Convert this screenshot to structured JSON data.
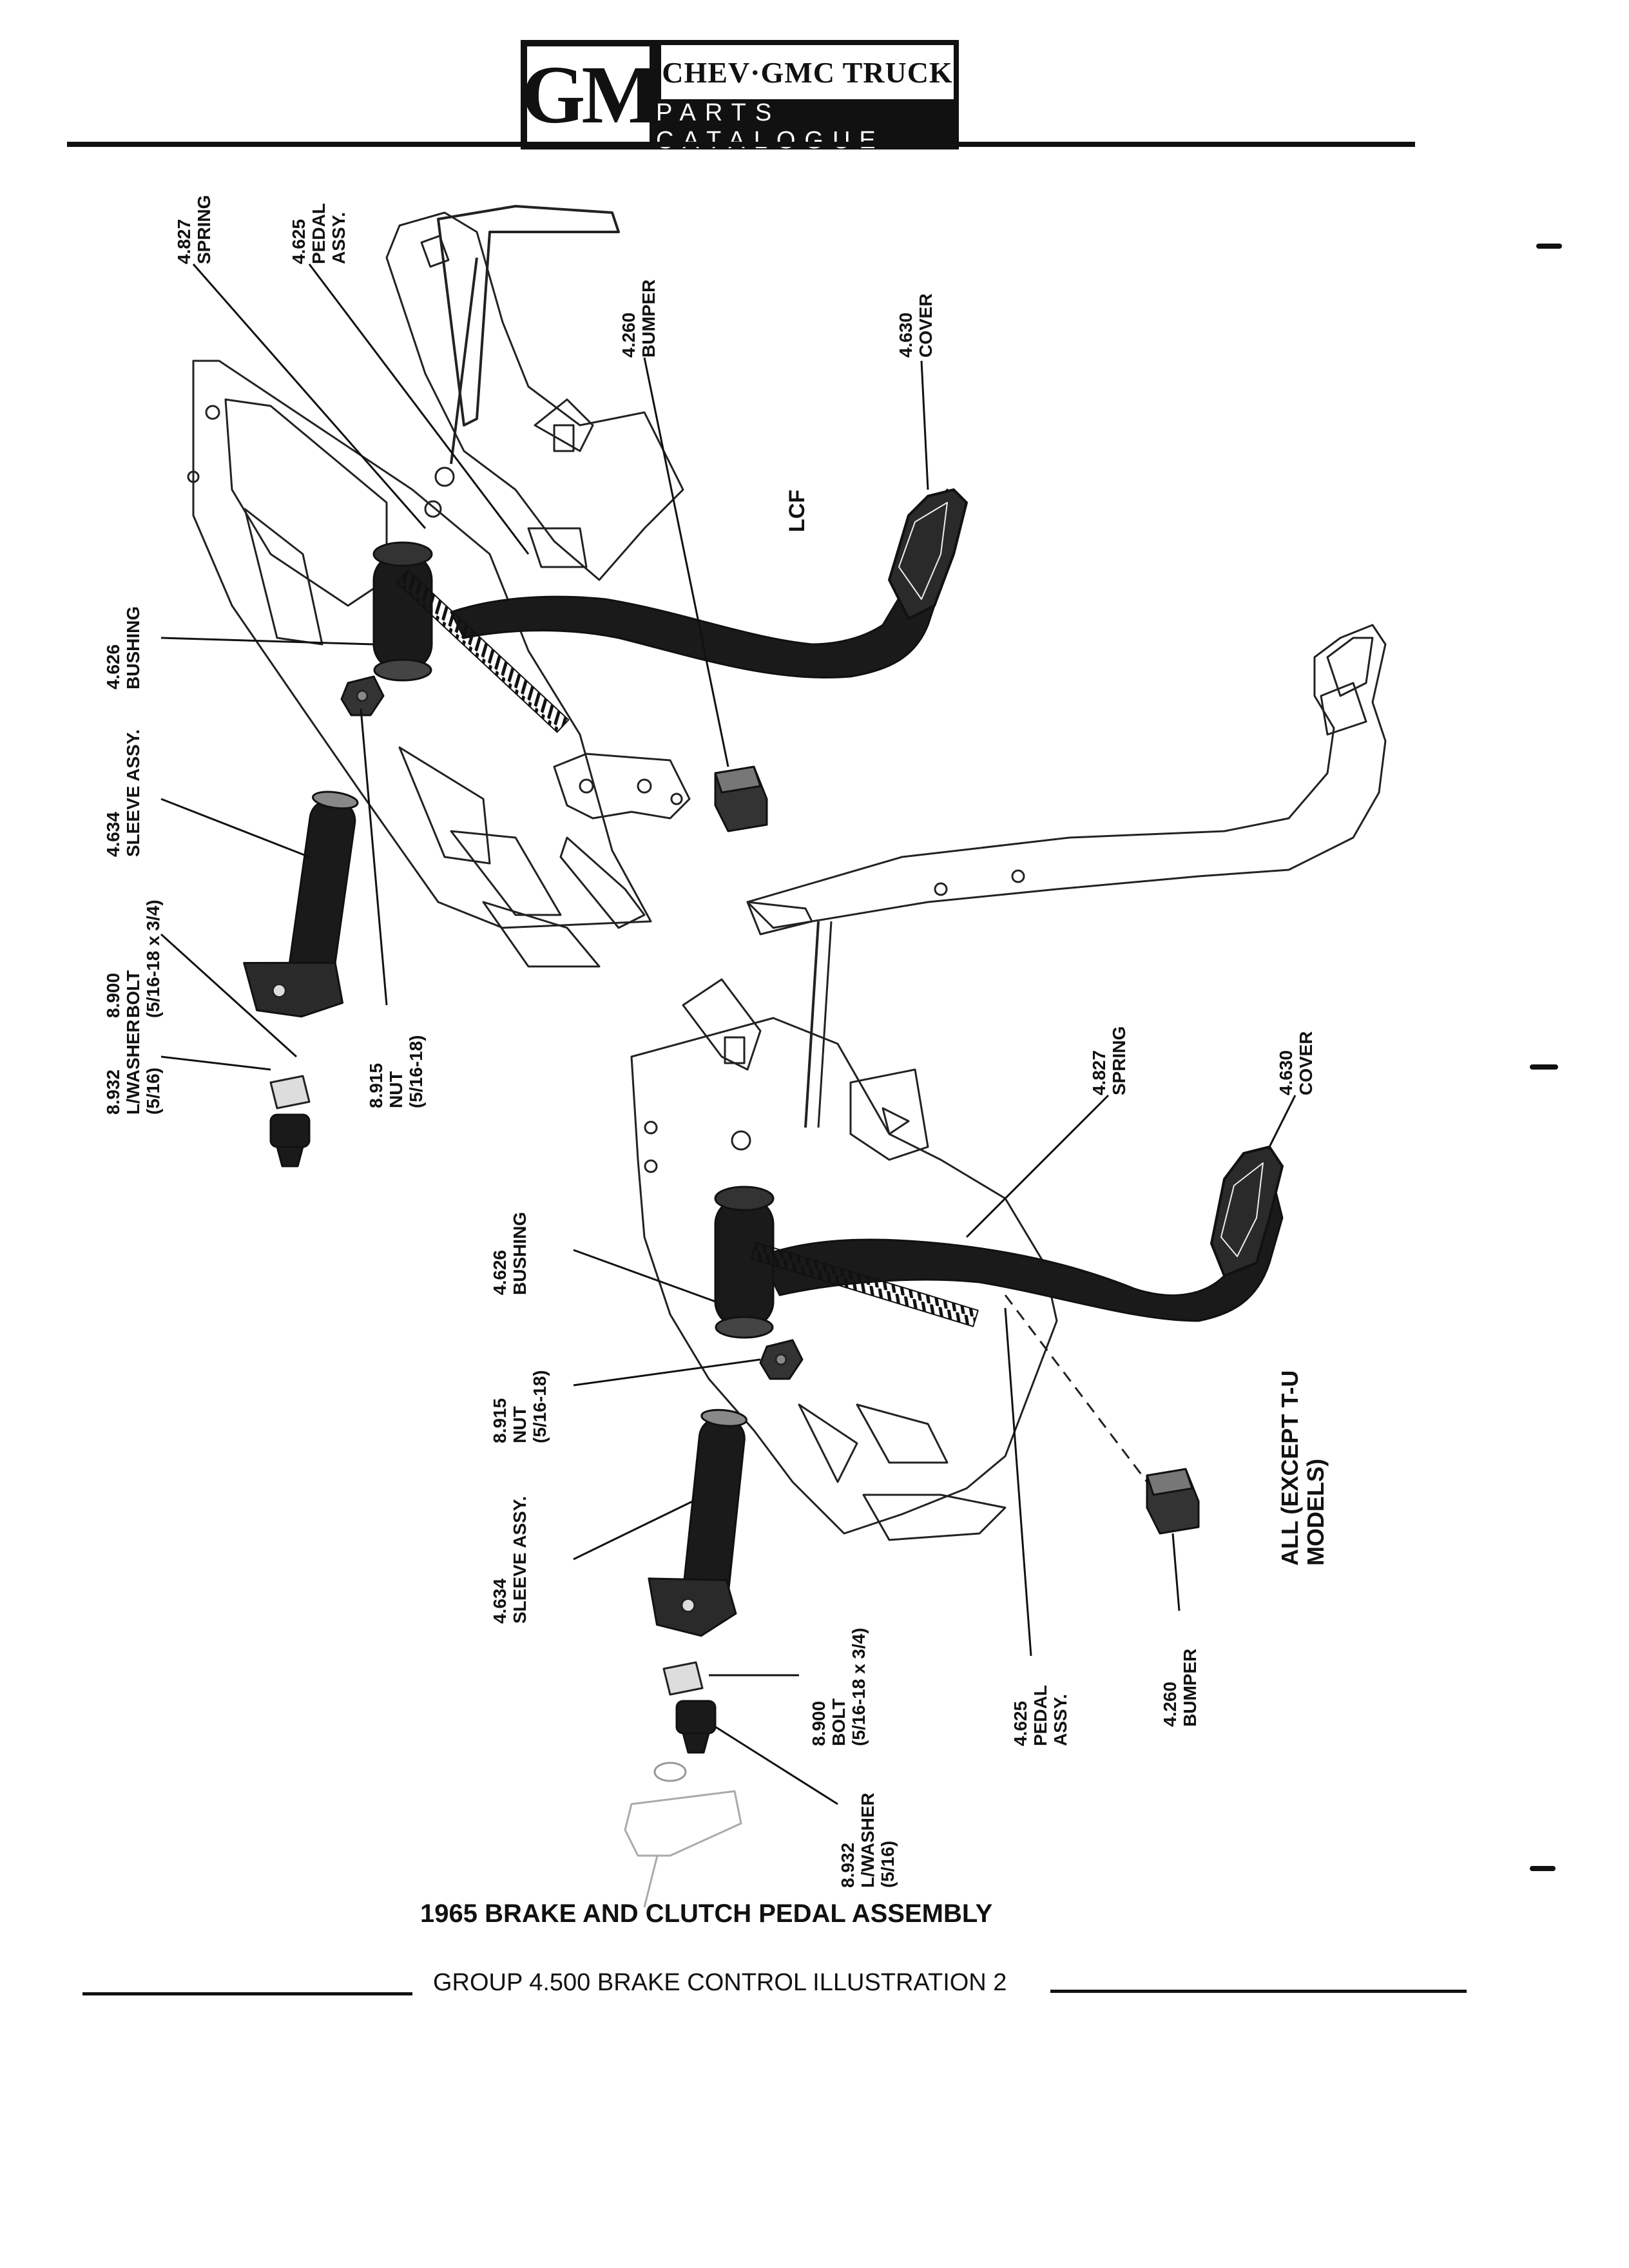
{
  "header": {
    "logo_text": "GM",
    "brand": "CHEV·GMC TRUCK",
    "subtitle": "PARTS CATALOGUE"
  },
  "variants": {
    "lcf": "LCF",
    "all_line1": "ALL (EXCEPT T-U",
    "all_line2": "MODELS)"
  },
  "callouts_top": [
    {
      "num": "4.827",
      "name": "SPRING"
    },
    {
      "num": "4.625",
      "name": "PEDAL",
      "extra": "ASSY."
    },
    {
      "num": "4.260",
      "name": "BUMPER"
    },
    {
      "num": "4.630",
      "name": "COVER"
    },
    {
      "num": "4.626",
      "name": "BUSHING"
    },
    {
      "num": "4.634",
      "name": "SLEEVE ASSY."
    },
    {
      "num": "8.900",
      "name": "BOLT",
      "extra": "(5/16-18 x 3/4)"
    },
    {
      "num": "8.932",
      "name": "L/WASHER",
      "extra": "(5/16)"
    },
    {
      "num": "8.915",
      "name": "NUT",
      "extra": "(5/16-18)"
    }
  ],
  "callouts_bottom": [
    {
      "num": "4.827",
      "name": "SPRING"
    },
    {
      "num": "4.630",
      "name": "COVER"
    },
    {
      "num": "4.626",
      "name": "BUSHING"
    },
    {
      "num": "8.915",
      "name": "NUT",
      "extra": "(5/16-18)"
    },
    {
      "num": "4.634",
      "name": "SLEEVE ASSY."
    },
    {
      "num": "8.900",
      "name": "BOLT",
      "extra": "(5/16-18 x 3/4)"
    },
    {
      "num": "4.625",
      "name": "PEDAL",
      "extra": "ASSY."
    },
    {
      "num": "4.260",
      "name": "BUMPER"
    },
    {
      "num": "8.932",
      "name": "L/WASHER",
      "extra": "(5/16)"
    }
  ],
  "caption": "1965 BRAKE AND CLUTCH PEDAL ASSEMBLY",
  "footer": "GROUP 4.500 BRAKE CONTROL ILLUSTRATION 2"
}
